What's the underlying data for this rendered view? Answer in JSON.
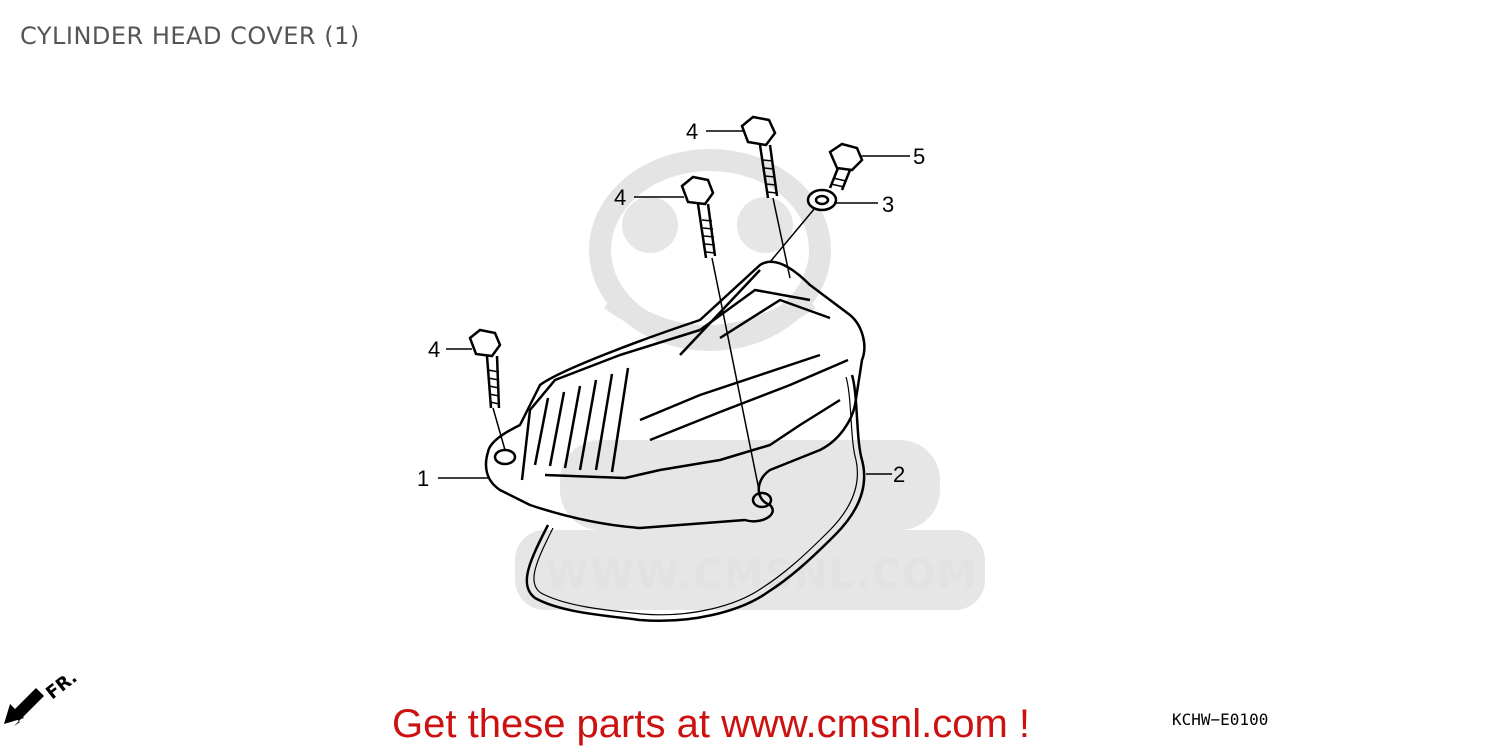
{
  "title": "CYLINDER HEAD COVER (1)",
  "watermark": "WWW.CMSNL.COM",
  "callouts": [
    "1",
    "2",
    "3",
    "4",
    "4",
    "4",
    "5"
  ],
  "front_label": "FR.",
  "cta": "Get these parts at www.cmsnl.com !",
  "diagram_code": "KCHW−E0100",
  "colors": {
    "cta": "#cc1111",
    "title": "#555555",
    "watermark": "#e2e2e2"
  }
}
